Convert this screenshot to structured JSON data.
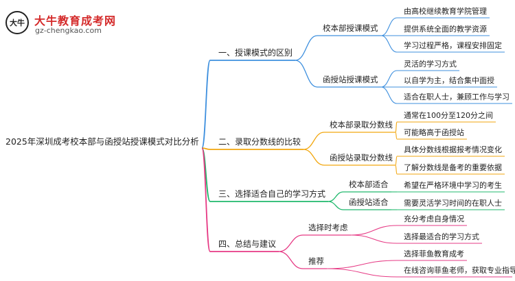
{
  "brand": {
    "name": "大牛教育成考网",
    "url": "gz-chengkao.com",
    "icon": "bull-logo-icon",
    "mark_text": "大牛",
    "colors": {
      "name": "#d42a2a",
      "url": "#555555"
    }
  },
  "root": {
    "label": "2025年深圳成考校本部与函授站授课模式对比分析"
  },
  "branches": [
    {
      "label": "一、授课模式的区别",
      "color": "#3d8fde",
      "children": [
        {
          "label": "校本部授课模式",
          "children": [
            "由高校继续教育学院管理",
            "提供系统全面的教学资源",
            "学习过程严格，课程安排固定"
          ]
        },
        {
          "label": "函授站授课模式",
          "children": [
            "灵活的学习方式",
            "以自学为主，结合集中面授",
            "适合在职人士，兼顾工作与学习"
          ]
        }
      ]
    },
    {
      "label": "二、录取分数线的比较",
      "color": "#f2a60d",
      "children": [
        {
          "label": "校本部录取分数线",
          "children": [
            "通常在100分至120分之间",
            "可能略高于函授站"
          ]
        },
        {
          "label": "函授站录取分数线",
          "children": [
            "具体分数线根据报考情况变化",
            "了解分数线是备考的重要依据"
          ]
        }
      ]
    },
    {
      "label": "三、选择适合自己的学习方式",
      "color": "#1fb86c",
      "children": [
        {
          "label": "校本部适合",
          "children": [
            "希望在严格环境中学习的考生"
          ]
        },
        {
          "label": "函授站适合",
          "children": [
            "需要灵活学习时间的在职人士"
          ]
        }
      ]
    },
    {
      "label": "四、总结与建议",
      "color": "#e63984",
      "children": [
        {
          "label": "选择时考虑",
          "children": [
            "充分考虑自身情况",
            "选择最适合的学习方式"
          ]
        },
        {
          "label": "推荐",
          "children": [
            "选择菲鱼教育成考",
            "在线咨询菲鱼老师，获取专业指导"
          ]
        }
      ]
    }
  ]
}
